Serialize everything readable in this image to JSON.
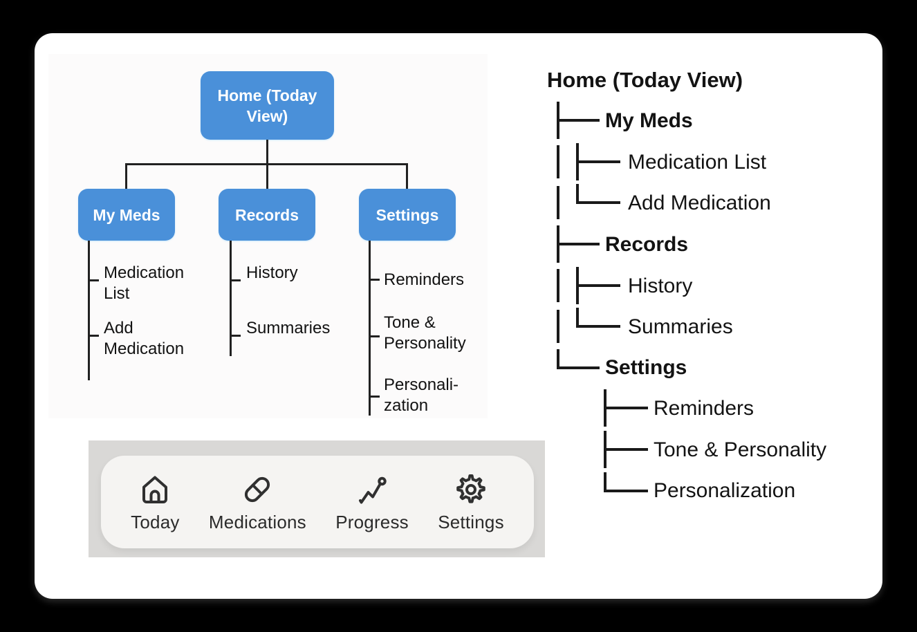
{
  "colors": {
    "accent_blue": "#4a90d9",
    "page_background": "#000000",
    "card_background": "#ffffff",
    "connector_line": "#212121",
    "tabbar_outer": "#d9d8d6",
    "tabbar_pill": "#f5f4f2",
    "icon_color": "#303030"
  },
  "flowchart": {
    "root": {
      "label": "Home (Today View)"
    },
    "branches": [
      {
        "label": "My Meds",
        "children": [
          "Medication List",
          "Add Medication"
        ]
      },
      {
        "label": "Records",
        "children": [
          "History",
          "Summaries"
        ]
      },
      {
        "label": "Settings",
        "children": [
          "Reminders",
          "Tone & Personality",
          "Personali-zation"
        ]
      }
    ]
  },
  "tabbar": {
    "items": [
      {
        "icon": "home-icon",
        "label": "Today"
      },
      {
        "icon": "pill-icon",
        "label": "Medications"
      },
      {
        "icon": "trend-icon",
        "label": "Progress"
      },
      {
        "icon": "gear-icon",
        "label": "Settings"
      }
    ]
  },
  "tree": {
    "root": "Home (Today View)",
    "items": [
      {
        "label": "My Meds",
        "level": 1,
        "bold": true
      },
      {
        "label": "Medication List",
        "level": 2,
        "bold": false
      },
      {
        "label": "Add Medication",
        "level": 2,
        "bold": false
      },
      {
        "label": "Records",
        "level": 1,
        "bold": true
      },
      {
        "label": "History",
        "level": 2,
        "bold": false
      },
      {
        "label": "Summaries",
        "level": 2,
        "bold": false
      },
      {
        "label": "Settings",
        "level": 1,
        "bold": true
      },
      {
        "label": "Reminders",
        "level": 2,
        "bold": false
      },
      {
        "label": "Tone & Personality",
        "level": 2,
        "bold": false
      },
      {
        "label": "Personalization",
        "level": 2,
        "bold": false
      }
    ]
  }
}
